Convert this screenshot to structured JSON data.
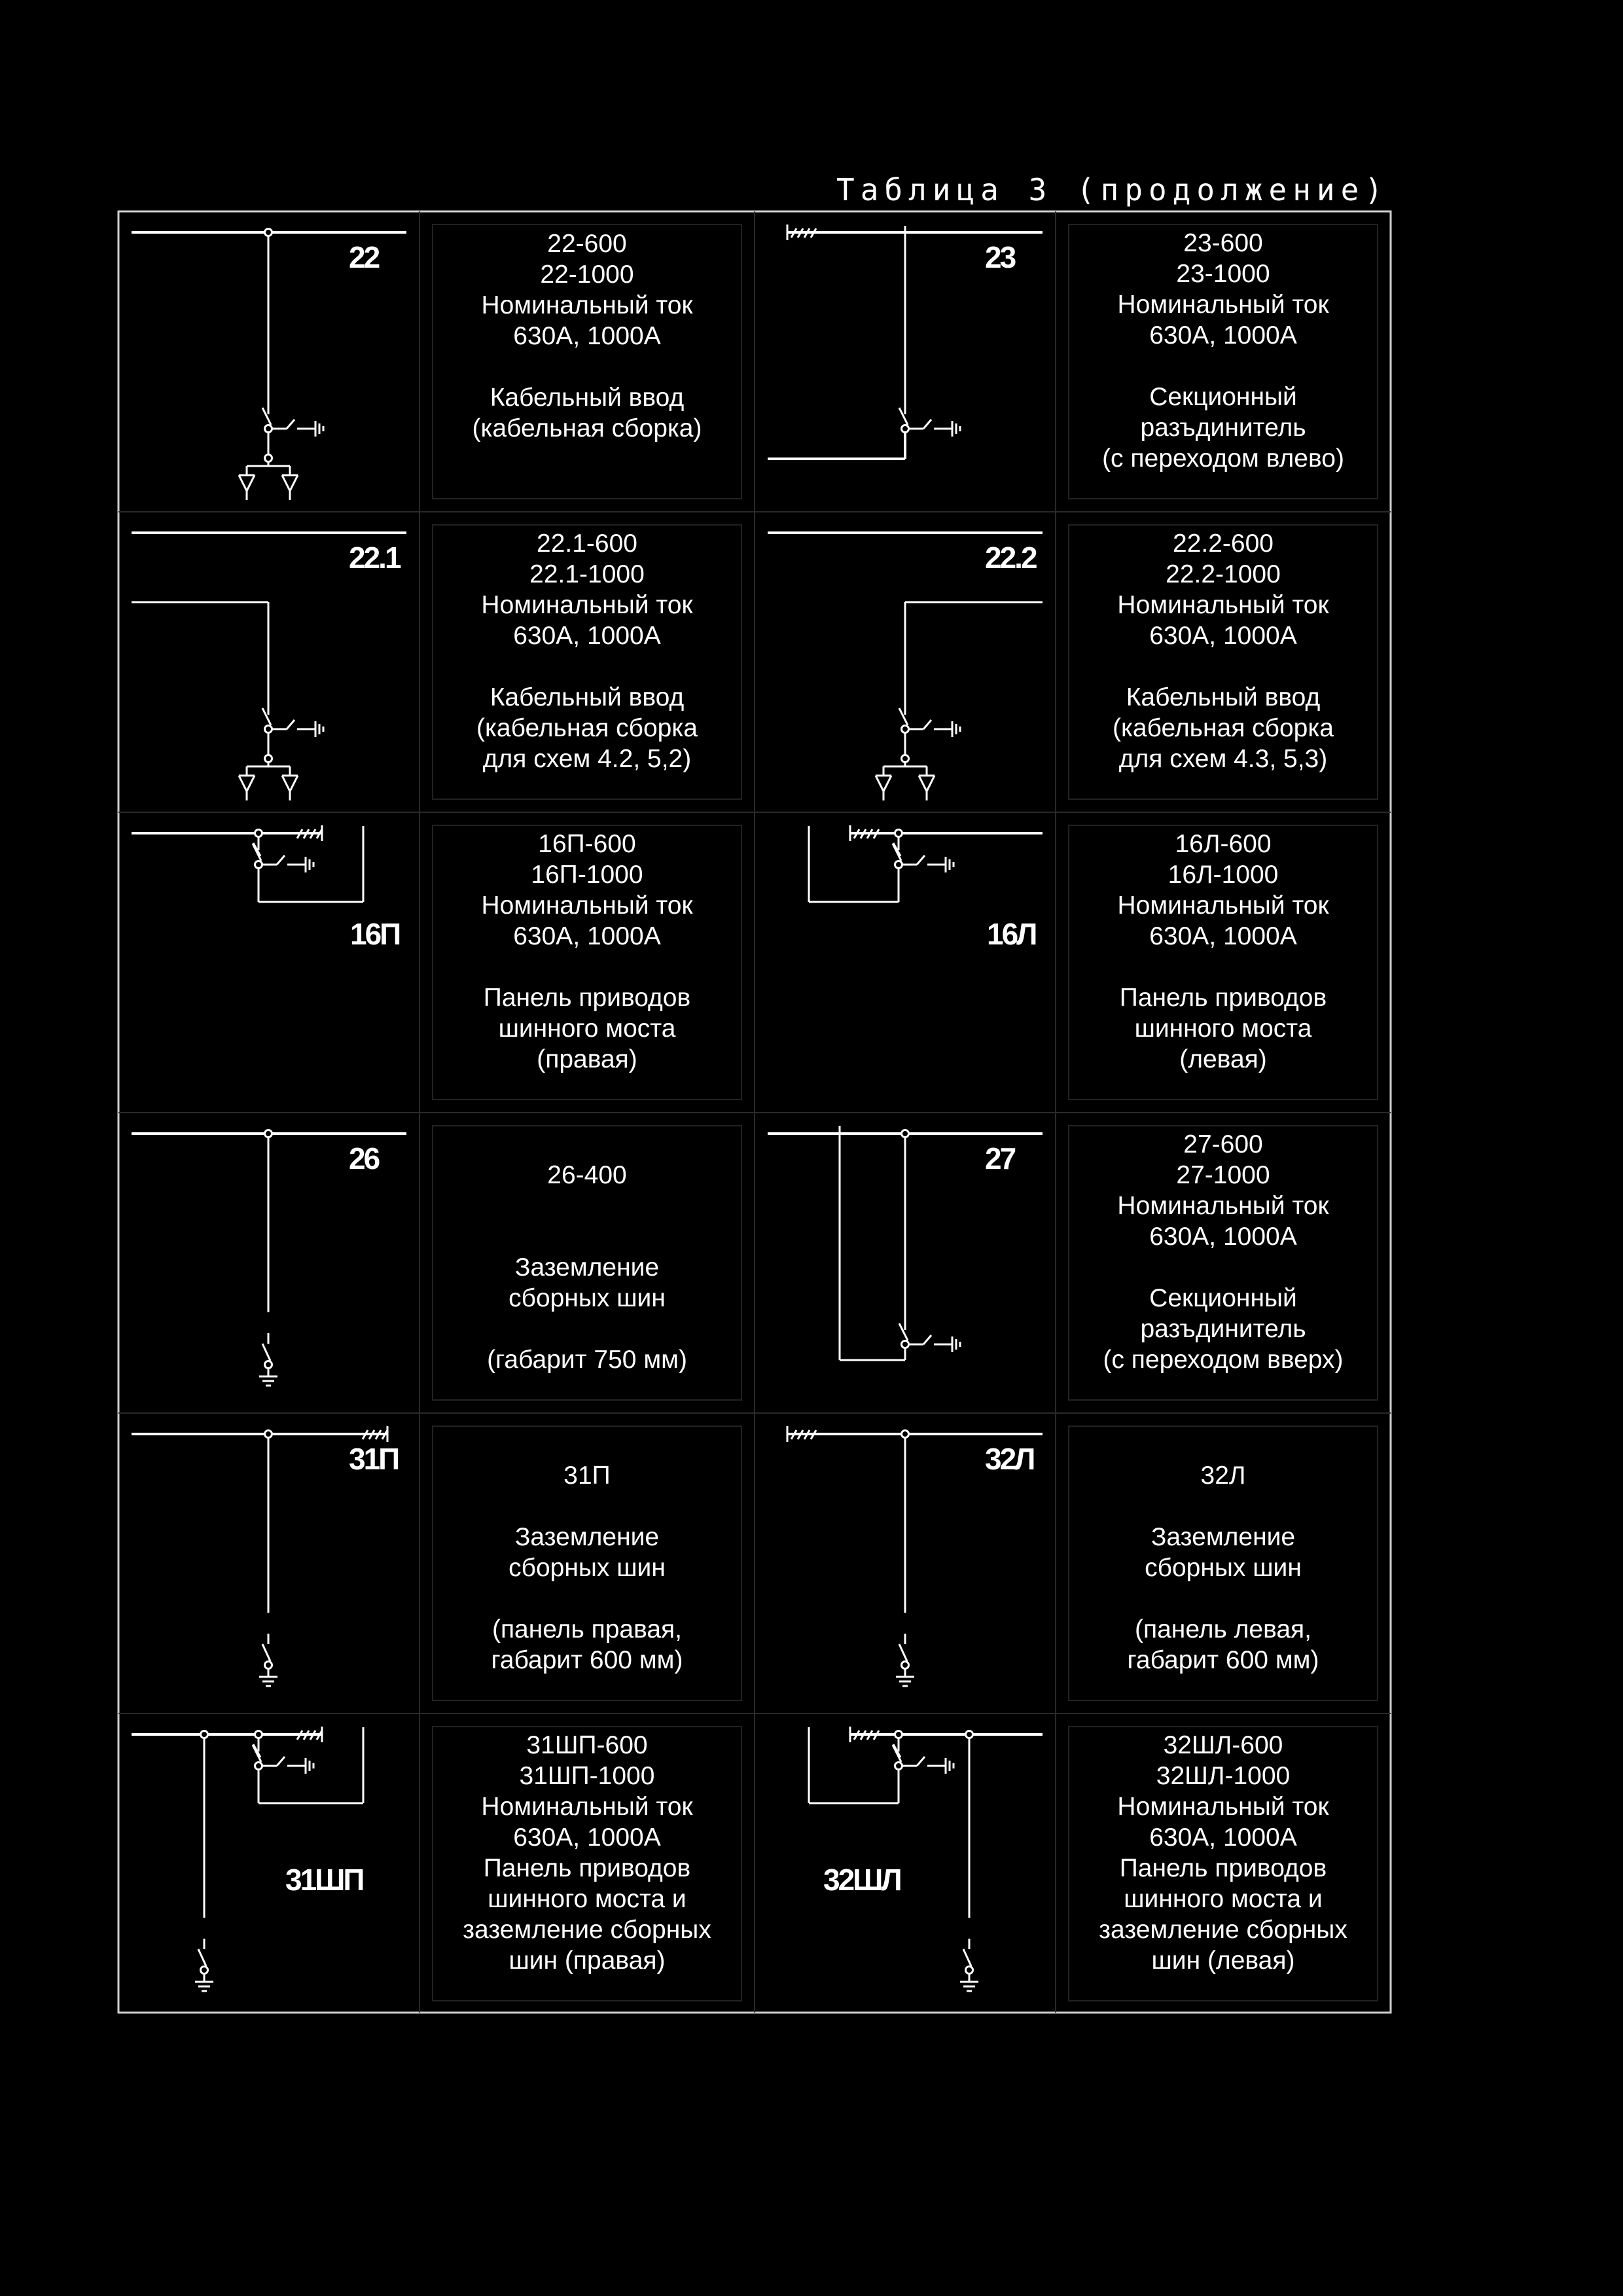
{
  "caption": "Таблица 3 (продолжение)",
  "cells": [
    {
      "code": "22",
      "desc": "22-600\n22-1000\nНоминальный ток\n630А, 1000А\n\nКабельный ввод\n(кабельная сборка)"
    },
    {
      "code": "23",
      "desc": "23-600\n23-1000\nНоминальный ток\n630А, 1000А\n\nСекционный\nразъдинитель\n(с переходом влево)"
    },
    {
      "code": "22.1",
      "desc": "22.1-600\n22.1-1000\nНоминальный ток\n630А, 1000А\n\nКабельный ввод\n(кабельная сборка\nдля схем 4.2, 5,2)"
    },
    {
      "code": "22.2",
      "desc": "22.2-600\n22.2-1000\nНоминальный ток\n630А, 1000А\n\nКабельный ввод\n(кабельная сборка\nдля схем 4.3, 5,3)"
    },
    {
      "code": "16П",
      "desc": "16П-600\n16П-1000\nНоминальный ток\n630А, 1000А\n\nПанель приводов\nшинного моста\n(правая)"
    },
    {
      "code": "16Л",
      "desc": "16Л-600\n16Л-1000\nНоминальный ток\n630А, 1000А\n\nПанель приводов\nшинного моста\n(левая)"
    },
    {
      "code": "26",
      "desc": "26-400\n\n\nЗаземление\nсборных шин\n\n(габарит 750 мм)"
    },
    {
      "code": "27",
      "desc": "27-600\n27-1000\nНоминальный ток\n630А, 1000А\n\nСекционный\nразъдинитель\n(с переходом вверх)"
    },
    {
      "code": "31П",
      "desc": "31П\n\nЗаземление\nсборных шин\n\n(панель правая,\nгабарит 600 мм)"
    },
    {
      "code": "32Л",
      "desc": "32Л\n\nЗаземление\nсборных шин\n\n(панель левая,\nгабарит 600 мм)"
    },
    {
      "code": "31ШП",
      "desc": "31ШП-600\n31ШП-1000\nНоминальный ток\n630А, 1000А\nПанель приводов\nшинного моста и\nзаземление сборных\nшин (правая)"
    },
    {
      "code": "32ШЛ",
      "desc": "32ШЛ-600\n32ШЛ-1000\nНоминальный ток\n630А, 1000А\nПанель приводов\nшинного моста и\nзаземление сборных\nшин (левая)"
    }
  ]
}
